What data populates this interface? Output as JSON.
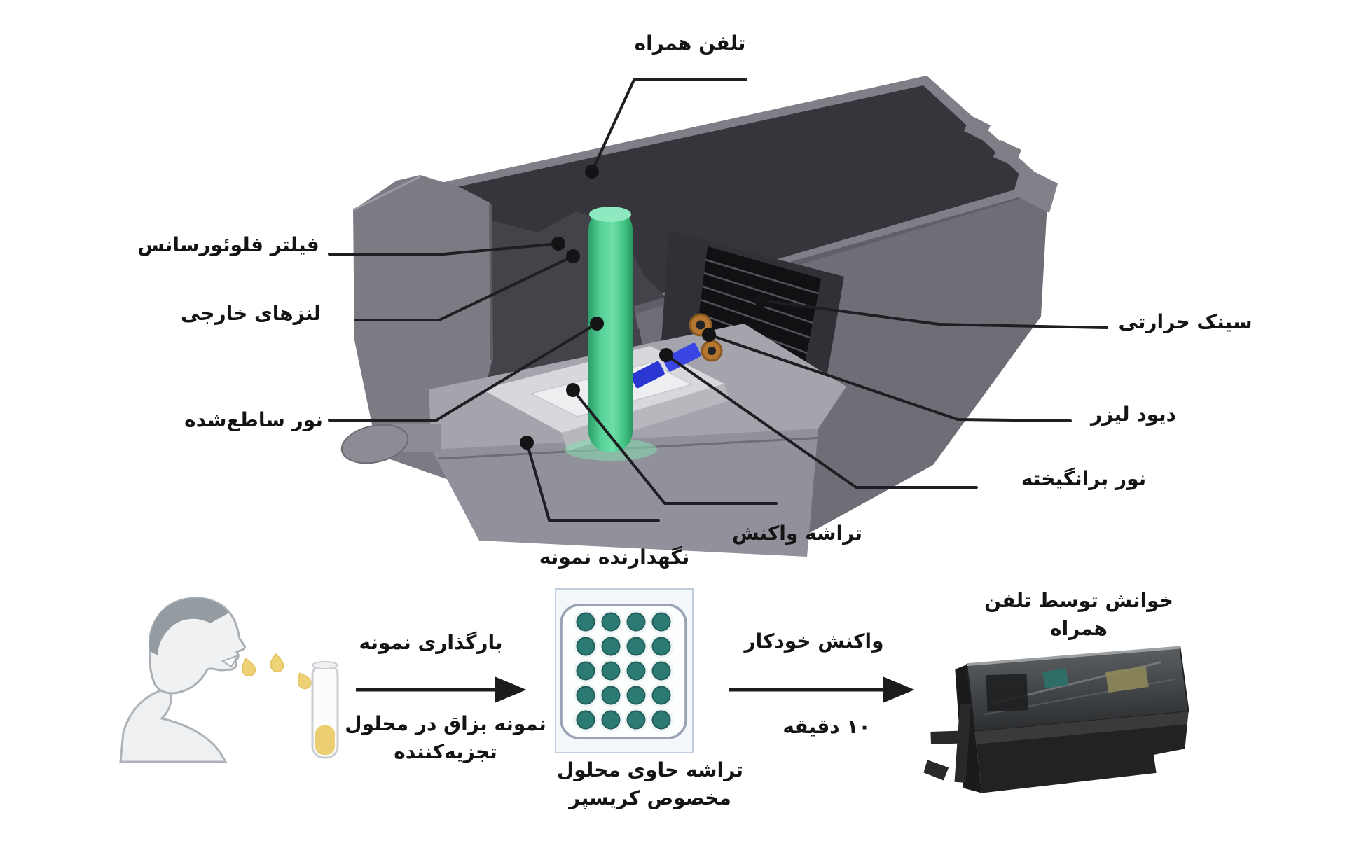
{
  "page": {
    "background": "#ffffff"
  },
  "device_labels": {
    "mobile_phone": "تلفن همراه",
    "fluorescence_filter": "فیلتر فلوئورسانس",
    "external_lenses": "لنزهای خارجی",
    "emitted_light": "نور ساطع‌شده",
    "heat_sink": "سینک حرارتی",
    "laser_diode": "دیود لیزر",
    "excitation_light": "نور برانگیخته",
    "reaction_chip": "تراشه واکنش",
    "sample_holder": "نگهدارنده نمونه"
  },
  "workflow": {
    "step1_title": "بارگذاری نمونه",
    "step1_caption_line1": "نمونه بزاق در محلول",
    "step1_caption_line2": "تجزیه‌کننده",
    "chip_caption_line1": "تراشه حاوی محلول",
    "chip_caption_line2": "مخصوص کریسپر",
    "step2_title": "واکنش خودکار",
    "step2_duration": "۱۰ دقیقه",
    "result_caption_line1": "خوانش توسط تلفن",
    "result_caption_line2": "همراه"
  },
  "icons": {
    "arrow_right": "→",
    "callout_dot": "●"
  },
  "colors": {
    "background": "#ffffff",
    "label_text": "#141414",
    "leader_line": "#1f1f23",
    "device_body_gray": "#6e6e76",
    "device_tray_dark": "#35353b",
    "emitted_light_green": "#55d096",
    "excitation_beam_blue": "#2b37d2",
    "laser_diode_copper": "#b5762f",
    "heat_sink_black": "#111114",
    "chip_well_teal": "#2c7a74",
    "saliva_yellow": "#ebce72"
  }
}
